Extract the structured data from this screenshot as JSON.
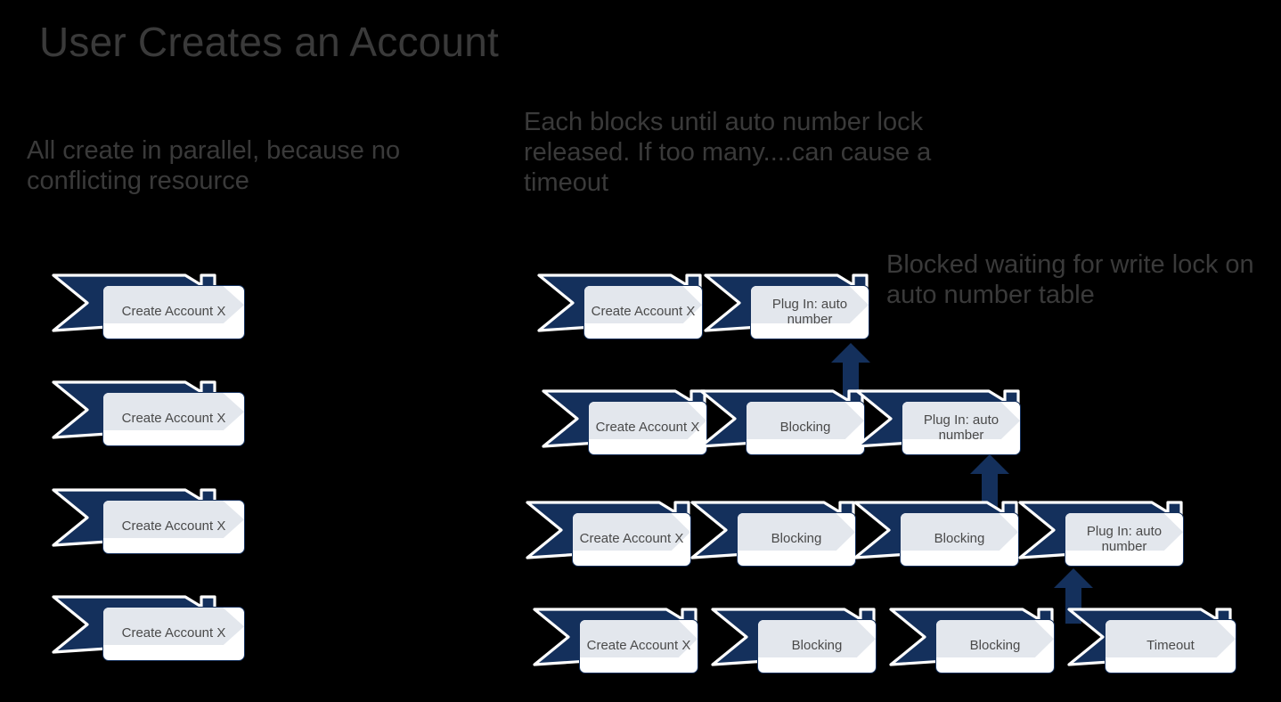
{
  "slide": {
    "title": "User Creates an Account",
    "background_color": "#000000",
    "accent_navy": "#14305c",
    "card_fill": "#ffffff",
    "inner_chevron_fill": "#e3e7ed",
    "text_color": "#3a3a3a"
  },
  "callouts": {
    "left": "All create in parallel, because no conflicting resource",
    "middle": "Each blocks until auto number lock released. If too many....can cause a timeout",
    "right": "Blocked waiting for write lock on auto number table"
  },
  "left_flow": {
    "rows": [
      {
        "nodes": [
          {
            "label": "Create Account X"
          }
        ]
      },
      {
        "nodes": [
          {
            "label": "Create Account X"
          }
        ]
      },
      {
        "nodes": [
          {
            "label": "Create Account X"
          }
        ]
      },
      {
        "nodes": [
          {
            "label": "Create Account X"
          }
        ]
      }
    ]
  },
  "right_flow": {
    "rows": [
      {
        "nodes": [
          {
            "label": "Create Account X"
          },
          {
            "label": "Plug In: auto number"
          }
        ]
      },
      {
        "nodes": [
          {
            "label": "Create Account X"
          },
          {
            "label": "Blocking"
          },
          {
            "label": "Plug In: auto number"
          }
        ]
      },
      {
        "nodes": [
          {
            "label": "Create Account X"
          },
          {
            "label": "Blocking"
          },
          {
            "label": "Blocking"
          },
          {
            "label": "Plug In: auto number"
          }
        ]
      },
      {
        "nodes": [
          {
            "label": "Create Account X"
          },
          {
            "label": "Blocking"
          },
          {
            "label": "Blocking"
          },
          {
            "label": "Timeout"
          }
        ]
      }
    ],
    "arrows": [
      {
        "name": "arrow-row2-to-row1"
      },
      {
        "name": "arrow-row3-to-row2"
      },
      {
        "name": "arrow-row4-to-row3"
      }
    ]
  }
}
